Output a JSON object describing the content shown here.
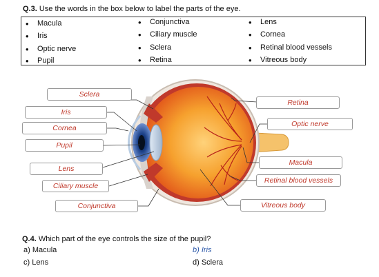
{
  "q3": {
    "number": "Q.3.",
    "text": " Use the words in the box below to label the parts of the eye."
  },
  "word_box": {
    "col1": [
      "Macula",
      "Iris",
      "Optic nerve",
      "Pupil"
    ],
    "col2": [
      "Conjunctiva",
      "Ciliary muscle",
      "Sclera",
      "Retina"
    ],
    "col3": [
      "Lens",
      "Cornea",
      "Retinal blood vessels",
      "Vitreous body"
    ]
  },
  "labels_left": [
    "Sclera",
    "Iris",
    "Cornea",
    "Pupil",
    "Lens",
    "Ciliary muscle",
    "Conjunctiva"
  ],
  "labels_right": [
    "Retina",
    "Optic nerve",
    "Macula",
    "Retinal blood vessels",
    "Vitreous body"
  ],
  "q4": {
    "number": "Q.4.",
    "text": " Which part of the eye controls the size of the pupil?",
    "options": {
      "a": "a) Macula",
      "b": "b) Iris",
      "c": "c) Lens",
      "d": "d) Sclera"
    }
  },
  "colors": {
    "label_text": "#c0392b",
    "answer": "#2b57a8",
    "eyeball": "#f07a1a",
    "nerve": "#f5c26b"
  }
}
